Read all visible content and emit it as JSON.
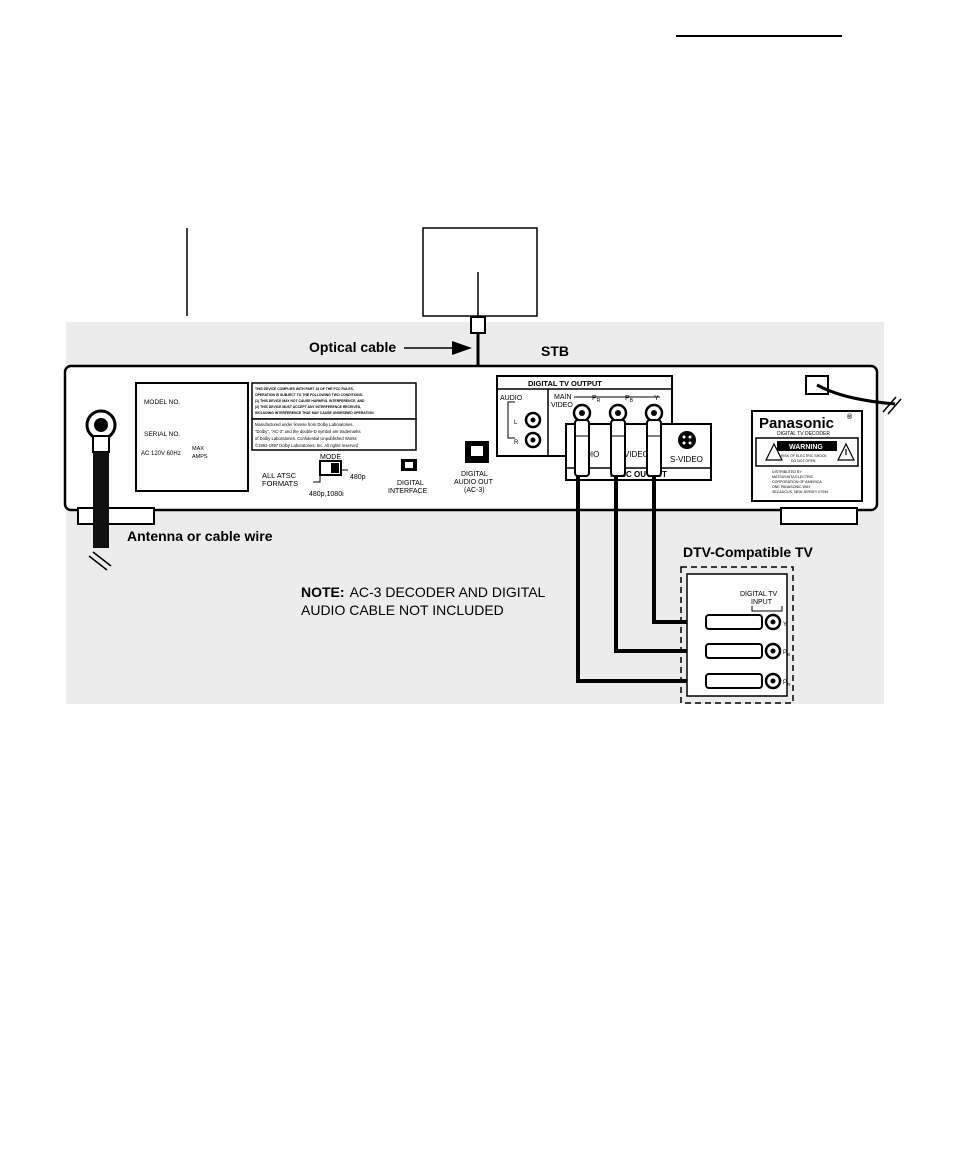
{
  "labels": {
    "optical_cable": "Optical cable",
    "stb": "STB",
    "antenna": "Antenna or cable wire",
    "dtv_tv": "DTV-Compatible TV",
    "note_bold": "NOTE:",
    "note_line1": "AC-3 DECODER AND DIGITAL",
    "note_line2": "AUDIO CABLE NOT INCLUDED"
  },
  "stb_panel": {
    "model_no": "MODEL NO.",
    "serial_no": "SERIAL NO.",
    "ac_rating": "AC 120V 60Hz",
    "max": "MAX",
    "amps": "AMPS",
    "fcc_lines": [
      "THIS DEVICE COMPLIES WITH PART 15 OF THE FCC RULES.",
      "OPERATION IS SUBJECT TO THE FOLLOWING TWO CONDITIONS:",
      "(1) THIS DEVICE MAY NOT CAUSE HARMFUL INTERFERENCE, AND",
      "(2) THIS DEVICE MUST ACCEPT ANY INTERFERENCE RECEIVED,",
      "INCLUDING INTERFERENCE THAT MAY CAUSE UNDESIRED OPERATION"
    ],
    "dolby_lines": [
      "Manufactured under license from Dolby Laboratories.",
      "\"Dolby\", \"AC-3\" and the double-D symbol are trademarks",
      "of Dolby Laboratories. Confidential Unpublished Works",
      "©1992-1997 Dolby Laboratories, Inc. All rights reserved"
    ],
    "all_atsc": "ALL ATSC",
    "formats": "FORMATS",
    "mode": "MODE",
    "p480": "480p",
    "p480_1080i": "480p,1080i",
    "digital": "DIGITAL",
    "interface": "INTERFACE",
    "audio_out_1": "DIGITAL",
    "audio_out_2": "AUDIO OUT",
    "audio_out_3": "(AC-3)",
    "dtv_output": "DIGITAL TV OUTPUT",
    "audio": "AUDIO",
    "l": "L",
    "r": "R",
    "main": "MAIN",
    "video": "VIDEO",
    "pr": "P",
    "pr_sub": "R",
    "pb": "P",
    "pb_sub": "B",
    "y": "Y",
    "audio_lower": "AUDIO",
    "video_lower": "VIDEO",
    "ntsc_output": "NTSC OUTPUT",
    "s_video": "S-VIDEO",
    "brand": "Panasonic",
    "brand_sub": "DIGITAL TV DECODER",
    "warning": "WARNING",
    "warning_lines": [
      "RISK OF ELECTRIC SHOCK",
      "DO NOT OPEN"
    ],
    "distributed_lines": [
      "DISTRIBUTED BY",
      "MATSUSHITA ELECTRIC",
      "CORPORATION OF AMERICA",
      "ONE PANASONIC WAY,",
      "SECAUCUS, NEW JERSEY 07094"
    ]
  },
  "tv_panel": {
    "digital_tv": "DIGITAL TV",
    "input": "INPUT",
    "y": "Y",
    "pb": "P",
    "pb_sub": "B",
    "pr": "P",
    "pr_sub": "R"
  }
}
